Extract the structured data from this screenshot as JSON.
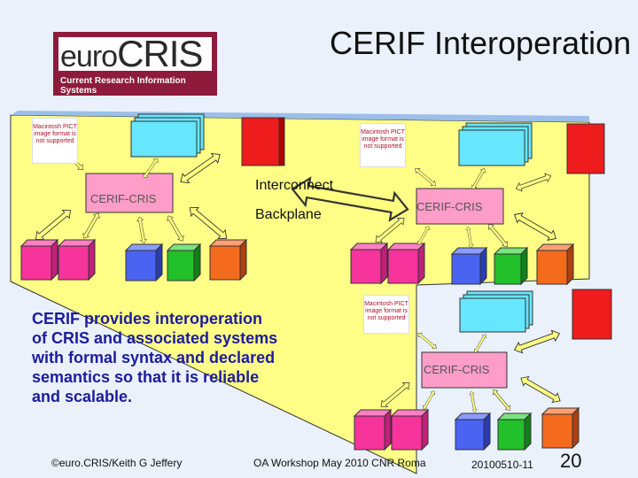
{
  "slide": {
    "title": "CERIF Interoperation",
    "logo": {
      "brand_prefix": "euro",
      "brand_main": "CRIS",
      "tagline": "Current Research Information Systems"
    },
    "labels": {
      "cerif_cris": "CERIF-CRIS",
      "interconnect": "Interconnect",
      "backplane": "Backplane"
    },
    "pict_placeholder": "Macintosh PICT image format is not supported",
    "description": "CERIF provides interoperation of CRIS and associated systems with formal syntax and declared semantics so that it is reliable and scalable.",
    "footer": {
      "copyright": "©euro.CRIS/Keith G Jeffery",
      "event": "OA Workshop May 2010 CNR Roma",
      "date_code": "20100510-11",
      "page_number": "20"
    },
    "colors": {
      "background": "#eaf1fa",
      "backplane": "#ffff88",
      "cris_box": "#ff9dc9",
      "server_cyan": "#66e6ff",
      "server_red": "#ee1c1c",
      "cube_pink": "#f7349c",
      "cube_blue": "#4a63f0",
      "cube_green": "#22c02a",
      "cube_orange": "#f46b1e",
      "arrow_fill": "#ffff80",
      "description_text": "#1c1c9c"
    }
  }
}
